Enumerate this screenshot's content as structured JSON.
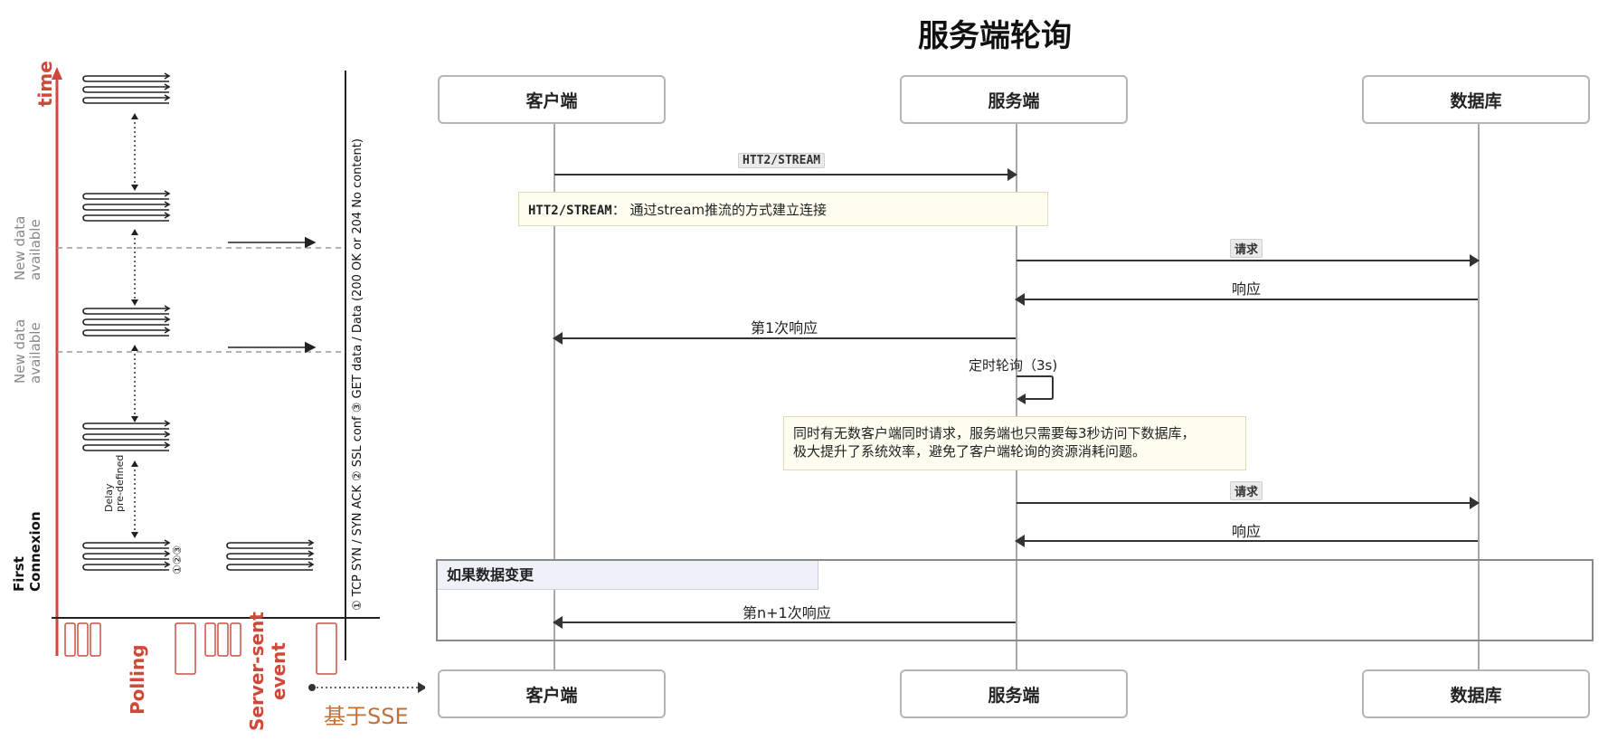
{
  "diagram_title": "服务端轮询",
  "participants": {
    "client": "客户端",
    "server": "服务端",
    "database": "数据库"
  },
  "messages": {
    "stream": "HTT2/STREAM",
    "request1": "请求",
    "response1": "响应",
    "first_response": "第1次响应",
    "timer": "定时轮询（3s)",
    "request2": "请求",
    "response2": "响应",
    "nth_response": "第n+1次响应"
  },
  "notes": {
    "stream_note_key": "HTT2/STREAM",
    "stream_note_text": "： 通过stream推流的方式建立连接",
    "polling_note_line1": "同时有无数客户端同时请求，服务端也只需要每3秒访问下数据库，",
    "polling_note_line2": "极大提升了系统效率，避免了客户端轮询的资源消耗问题。"
  },
  "group_label": "如果数据变更",
  "left_panel": {
    "time_label": "time",
    "new_data_label_1": "New data\navailable",
    "new_data_label_2": "New data\navailable",
    "first_connexion": "First\nConnexion",
    "delay_label": "Delay\npre-defined",
    "step_markers": "①②③",
    "legend_text": "① TCP SYN / SYN ACK ② SSL conf ③ GET data / Data (200 OK or 204 No content)",
    "polling_label": "Polling",
    "sse_label": "Server-sent\nevent"
  },
  "sse_caption": "基于SSE",
  "colors": {
    "accent_red": "#d0483a",
    "sse_orange": "#c0703a",
    "note_bg": "#fdfdf0",
    "group_label_bg": "#eef1f8"
  }
}
